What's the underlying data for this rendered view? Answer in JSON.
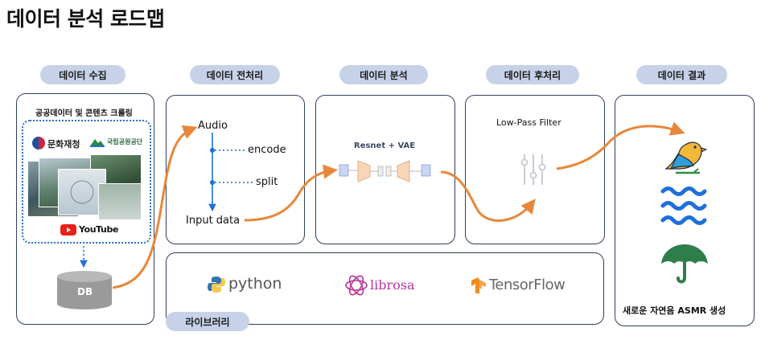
{
  "title": "데이터 분석 로드맵",
  "stages": [
    {
      "label": "데이터 수집"
    },
    {
      "label": "데이터 전처리"
    },
    {
      "label": "데이터 분석"
    },
    {
      "label": "데이터 후처리"
    },
    {
      "label": "데이터 결과"
    }
  ],
  "collection": {
    "heading": "공공데이터 및 콘텐츠 크롤링",
    "logo1": "문화재청",
    "logo2": "국립공원공단",
    "youtube": "YouTube",
    "db": "DB"
  },
  "preprocessing": {
    "audio": "Audio",
    "encode": "encode",
    "split": "split",
    "input": "Input data"
  },
  "analysis": {
    "model": "Resnet + VAE"
  },
  "postprocessing": {
    "filter": "Low-Pass Filter"
  },
  "result": {
    "caption": "새로운 자연음 ASMR 생성"
  },
  "libraries": {
    "label": "라이브러리",
    "python": "python",
    "librosa": "librosa",
    "tensorflow": "TensorFlow"
  },
  "colors": {
    "accent": "#e8873a",
    "pill": "#c7d2e8",
    "blue": "#1e6fd9",
    "panel_border": "#2f3f5c"
  }
}
